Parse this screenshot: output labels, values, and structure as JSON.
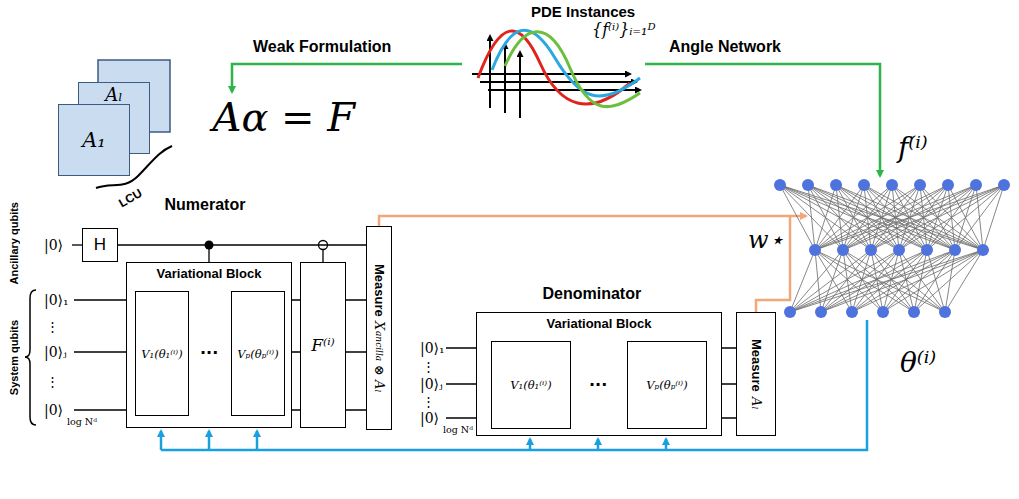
{
  "diagram": {
    "nodes": [
      {
        "text": [
          "A₁"
        ]
      },
      {
        "text": [
          "Aₗ"
        ]
      },
      {
        "text": [
          "H"
        ]
      },
      {
        "text": [
          "Variational Block"
        ]
      },
      {
        "text": [
          "V₁(θ₁⁽ⁱ⁾)"
        ],
        "in": 3
      },
      {
        "text": [
          "Vₚ(θₚ⁽ⁱ⁾)"
        ],
        "in": 3
      },
      {
        "text": [
          "F⁽ⁱ⁾"
        ]
      },
      {
        "text": [
          "Measure",
          "X",
          "ancilla",
          "⊗ Aₗ"
        ]
      },
      {
        "text": [
          "Variational Block"
        ]
      },
      {
        "text": [
          "V₁(θ₁⁽ⁱ⁾)"
        ],
        "in": 8
      },
      {
        "text": [
          "Vₚ(θₚ⁽ⁱ⁾)"
        ],
        "in": 8
      },
      {
        "text": [
          "Measure",
          "Aₗ"
        ]
      }
    ],
    "edges": [
      {
        "from": 2,
        "to": 7,
        "arrow": "none"
      }
    ],
    "labels": [
      "Weak Formulation",
      "PDE Instances",
      "{f⁽ⁱ⁾}ᵢ₌₁ᴰ",
      "Angle Network",
      "Aα = F",
      "LCU",
      "f⁽ⁱ⁾",
      "w⋆",
      "θ⁽ⁱ⁾",
      "Numerator",
      "Denominator",
      "Ancillary qubits",
      "System qubits",
      "|0⟩",
      "|0⟩₁",
      "⋮",
      "|0⟩ⱼ",
      "⋮",
      "|0⟩",
      "log Nᵈ",
      "···",
      "|0⟩₁",
      "⋮",
      "|0⟩ⱼ",
      "⋮",
      "|0⟩",
      "log Nᵈ",
      "···"
    ]
  }
}
